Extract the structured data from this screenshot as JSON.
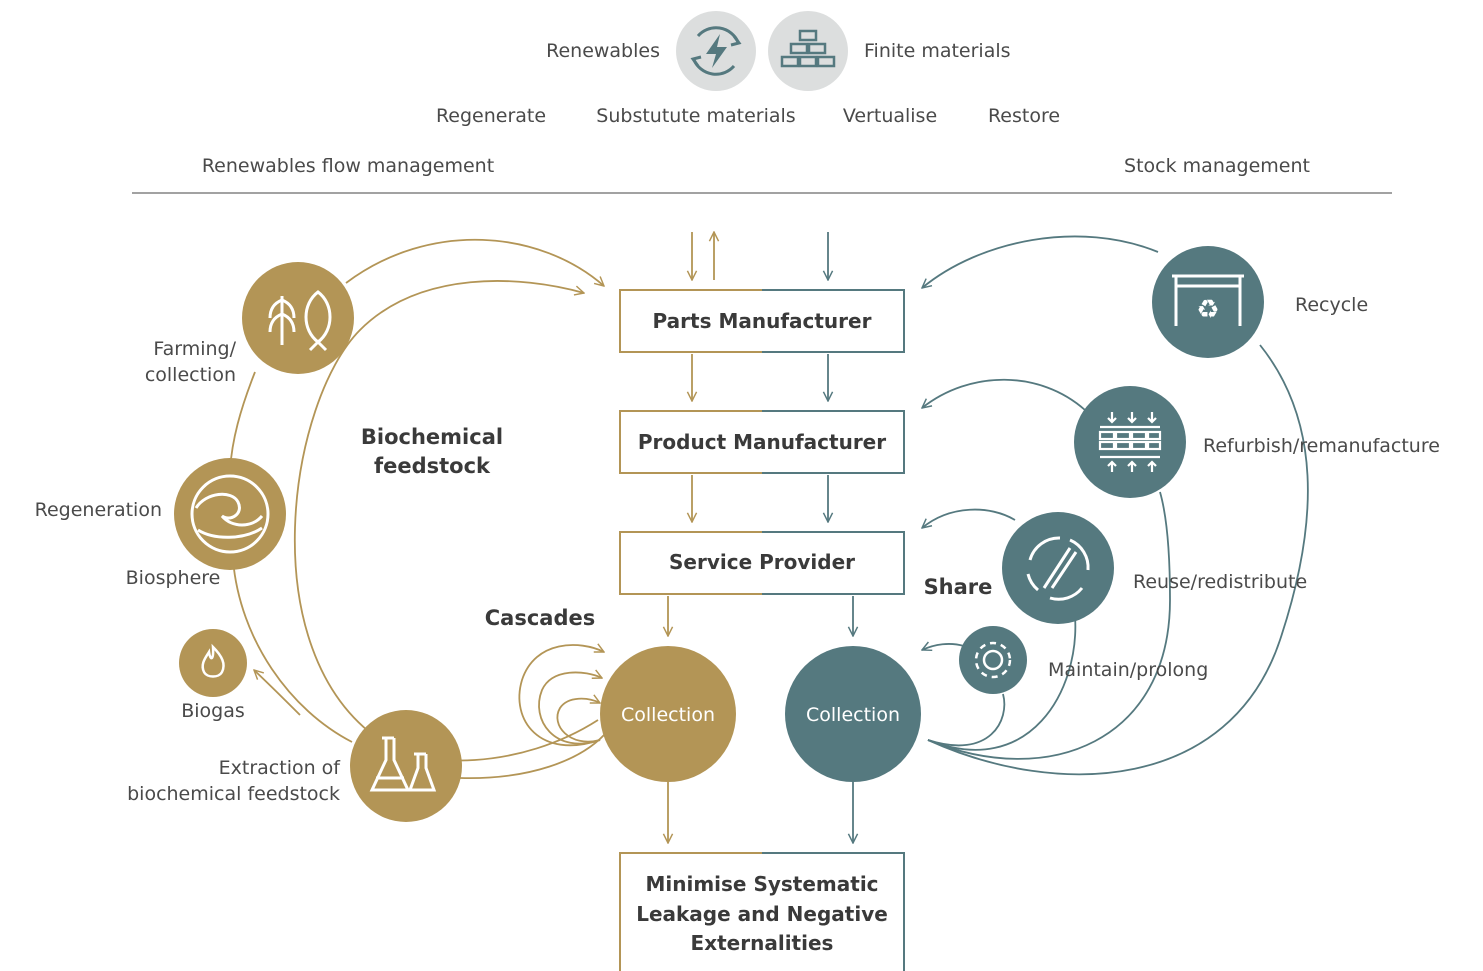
{
  "colors": {
    "gold": "#B39556",
    "teal": "#55797F",
    "grey": "#DCDEDE",
    "text": "#4a4a4a",
    "heading": "#3a3a3a"
  },
  "legend": {
    "renewables": "Renewables",
    "finite": "Finite materials",
    "renewables_icon": "lightning-cycle-icon",
    "finite_icon": "bricks-icon"
  },
  "strategies": [
    "Regenerate",
    "Substutute materials",
    "Vertualise",
    "Restore"
  ],
  "management": {
    "left": "Renewables flow management",
    "right": "Stock management"
  },
  "boxes": {
    "parts": "Parts Manufacturer",
    "product": "Product Manufacturer",
    "service": "Service Provider",
    "leakage": [
      "Minimise Systematic",
      "Leakage and Negative",
      "Externalities"
    ]
  },
  "collection": {
    "left": "Collection",
    "right": "Collection"
  },
  "bio": {
    "farming": [
      "Farming/",
      "collection"
    ],
    "regeneration": "Regeneration",
    "biosphere": "Biosphere",
    "biogas": "Biogas",
    "extraction": [
      "Extraction of",
      "biochemical feedstock"
    ],
    "feedstock": [
      "Biochemical",
      "feedstock"
    ],
    "cascades": "Cascades",
    "icons": {
      "farming": "wheat-fish-icon",
      "regeneration": "wave-icon",
      "biogas": "flame-icon",
      "extraction": "flask-icon"
    }
  },
  "tech": {
    "recycle": "Recycle",
    "refurbish": "Refurbish/remanufacture",
    "reuse": "Reuse/redistribute",
    "share": "Share",
    "maintain": "Maintain/prolong",
    "icons": {
      "recycle": "recycle-bin-icon",
      "refurbish": "press-icon",
      "reuse": "cycle-icon",
      "maintain": "gear-icon"
    }
  }
}
